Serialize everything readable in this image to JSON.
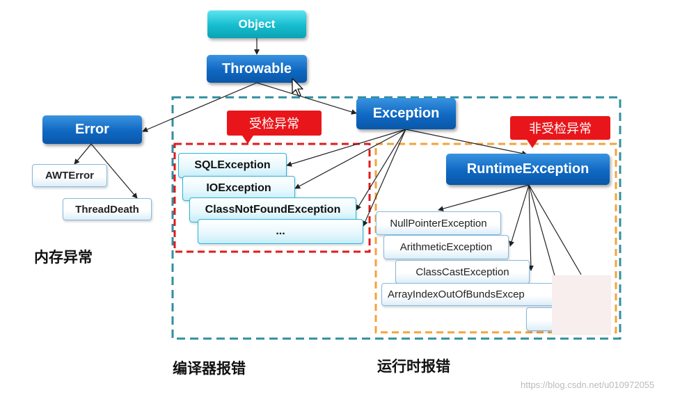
{
  "nodes": {
    "object": "Object",
    "throwable": "Throwable",
    "error": "Error",
    "exception": "Exception",
    "runtime_exception": "RuntimeException",
    "awt_error": "AWTError",
    "thread_death": "ThreadDeath",
    "sql_exception": "SQLException",
    "io_exception": "IOException",
    "class_not_found_exception": "ClassNotFoundException",
    "checked_more": "...",
    "null_pointer_exception": "NullPointerException",
    "arithmetic_exception": "ArithmeticException",
    "class_cast_exception": "ClassCastException",
    "array_index_exception": "ArrayIndexOutOfBundsExcep"
  },
  "tags": {
    "checked": "受检异常",
    "unchecked": "非受检异常"
  },
  "captions": {
    "memory_error": "内存异常",
    "compile_error": "编译器报错",
    "runtime_error": "运行时报错"
  },
  "watermark": "https://blog.csdn.net/u010972055",
  "colors": {
    "blue_node": "#0f68c2",
    "cyan_node": "#15bccd",
    "teal_dashed_frame": "#2f8fa0",
    "red_dashed_frame": "#e01b1b",
    "orange_dashed_frame": "#f3a33c",
    "tag_red": "#e8161b"
  }
}
